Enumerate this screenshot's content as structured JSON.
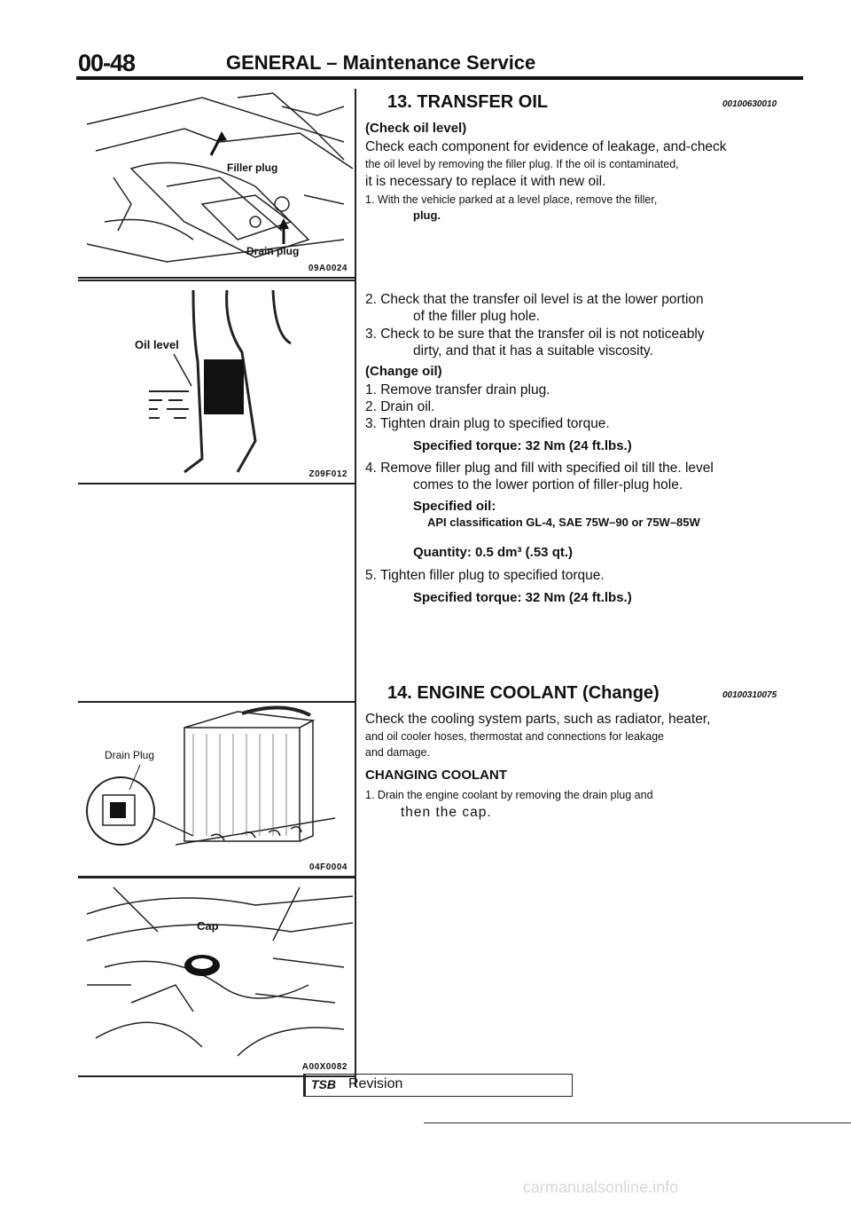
{
  "header": {
    "page_number": "00-48",
    "title": "GENERAL – Maintenance Service"
  },
  "figures": [
    {
      "labels": [
        "Filler plug",
        "Drain plug"
      ],
      "code": "09A0024"
    },
    {
      "labels": [
        "Oil level"
      ],
      "code": "Z09F012"
    },
    {
      "labels": [
        "Drain Plug"
      ],
      "code": "04F0004"
    },
    {
      "labels": [
        "Cap"
      ],
      "code": "A00X0082"
    }
  ],
  "section13": {
    "heading": "13. TRANSFER OIL",
    "code": "00100630010",
    "check_heading": "(Check oil level)",
    "intro_1": "Check each component for evidence of leakage, and-check",
    "intro_2": "the oil level by removing the filler plug. If the oil is contaminated,",
    "intro_3": "it is necessary to replace it with new oil.",
    "step1_a": "1. With the vehicle parked at a level place, remove the filler,",
    "step1_b": "plug.",
    "step2_a": "2. Check that the transfer oil level is at the lower portion",
    "step2_b": "of the filler plug hole.",
    "step3_a": "3. Check to be sure that the transfer oil is not noticeably",
    "step3_b": "dirty, and that it has a suitable viscosity.",
    "change_heading": "(Change oil)",
    "c1": "1. Remove transfer drain plug.",
    "c2": "2. Drain oil.",
    "c3": "3. Tighten drain plug to specified torque.",
    "torque1": "Specified torque: 32 Nm (24 ft.lbs.)",
    "c4_a": "4. Remove filler plug and fill with specified oil till the. level",
    "c4_b": "comes to the lower portion of filler-plug hole.",
    "oil_label": "Specified oil:",
    "oil_class": "API classification GL-4, SAE 75W–90 or 75W–85W",
    "quantity": "Quantity: 0.5 dm³ (.53 qt.)",
    "c5": "5. Tighten filler plug to specified torque.",
    "torque2": "Specified torque: 32 Nm (24 ft.lbs.)"
  },
  "section14": {
    "heading": "14. ENGINE COOLANT (Change)",
    "code": "00100310075",
    "intro_1": "Check the cooling system parts, such as radiator, heater,",
    "intro_2": "and oil cooler hoses, thermostat and connections for leakage",
    "intro_3": "and damage.",
    "changing_heading": "CHANGING COOLANT",
    "s1_a": "1. Drain the engine coolant by removing the drain plug and",
    "s1_b": "then the cap."
  },
  "footer": {
    "tsb_badge": "TSB",
    "tsb_text": "Revision",
    "watermark": "carmanualsonline.info"
  }
}
